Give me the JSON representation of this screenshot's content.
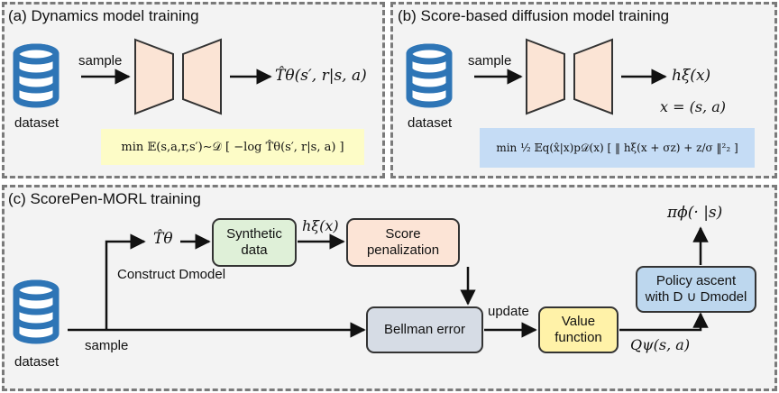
{
  "panel_a": {
    "title": "(a) Dynamics model training",
    "dataset_label": "dataset",
    "sample_label": "sample",
    "output_math": "T̂θ(s′, r|s, a)",
    "objective": "min 𝔼(s,a,r,s′)∼𝒟 [ −log T̂θ(s′, r|s, a) ]"
  },
  "panel_b": {
    "title": "(b) Score-based diffusion model training",
    "dataset_label": "dataset",
    "sample_label": "sample",
    "output_math": "hξ(x)",
    "x_def": "x = (s, a)",
    "objective": "min ½ 𝔼q(x̂|x)p𝒟(x) [ ‖ hξ(x + σz) + z/σ ‖²₂ ]"
  },
  "panel_c": {
    "title": "(c) ScorePen-MORL training",
    "dataset_label": "dataset",
    "sample_label": "sample",
    "t_hat": "T̂θ",
    "construct_label": "Construct Dmodel",
    "synthetic_box": "Synthetic data",
    "h_label": "hξ(x)",
    "score_box": "Score penalization",
    "bellman_box": "Bellman error",
    "update_label": "update",
    "value_box": "Value function",
    "q_label": "Qψ(s, a)",
    "policy_box": "Policy ascent with D ∪ Dmodel",
    "pi_label": "πϕ(· |s)"
  },
  "colors": {
    "database_blue": "#2e75b6",
    "network_fill": "#fbe4d5",
    "objective_a_bg": "#fdfcc7",
    "objective_b_bg": "#c5dcf5",
    "synthetic_fill": "#dff0d8",
    "score_fill": "#fce4d6",
    "bellman_fill": "#d6dce5",
    "value_fill": "#fff2a8",
    "policy_fill": "#bdd7ee",
    "panel_bg": "#f3f3f3"
  }
}
